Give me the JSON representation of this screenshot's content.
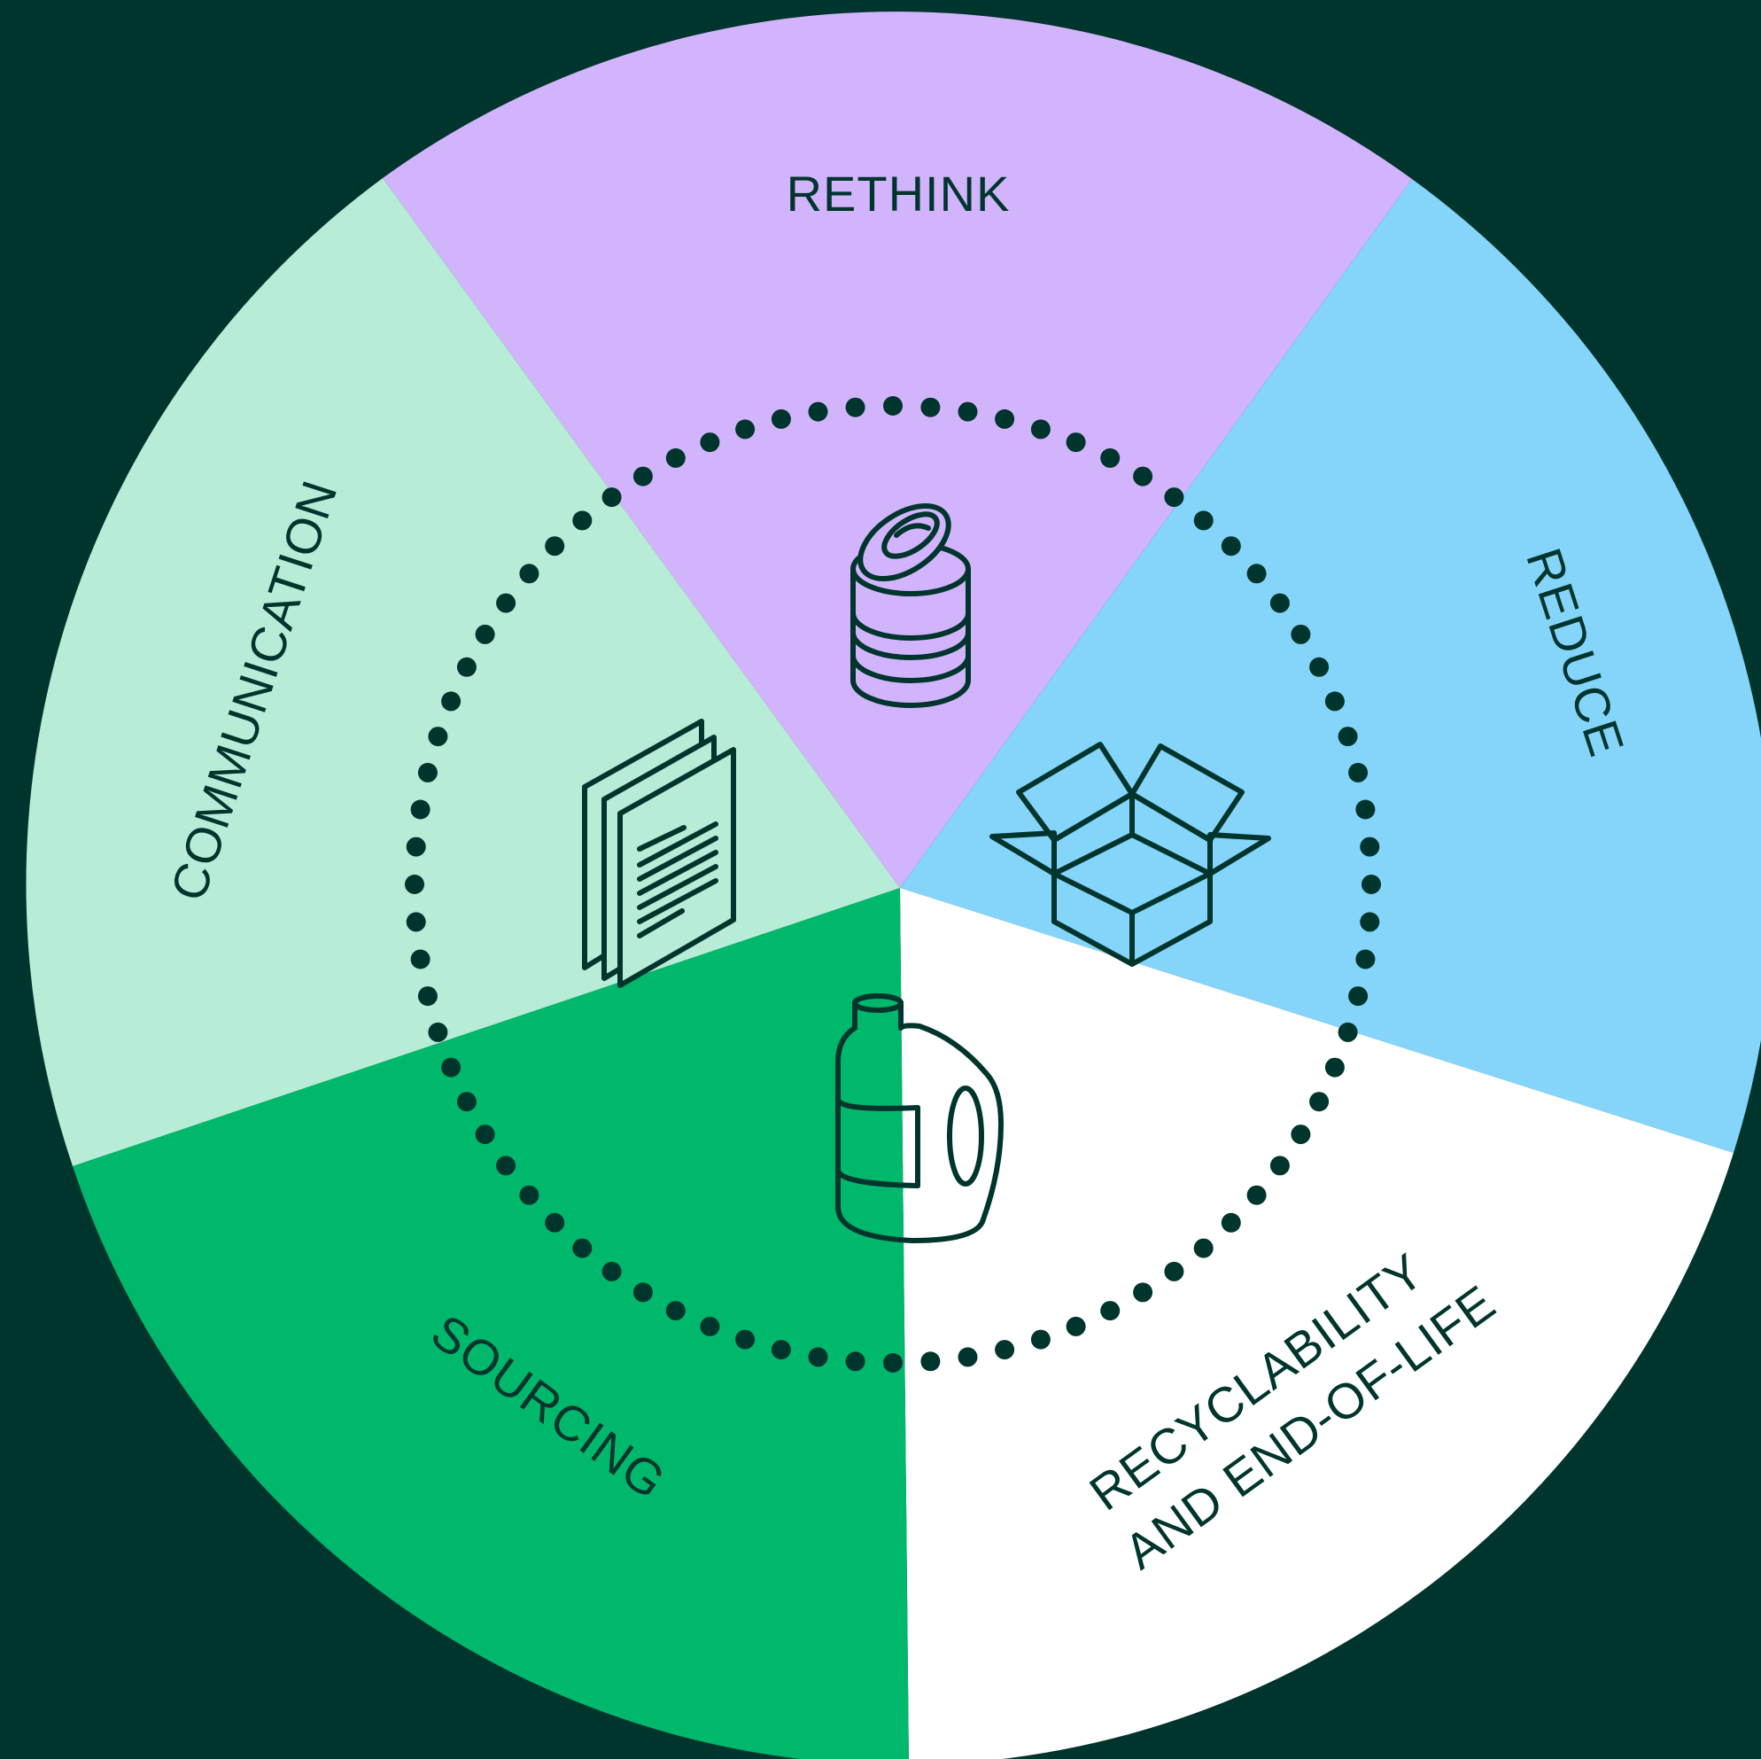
{
  "colors": {
    "background": "#00352d",
    "ink": "#00352d",
    "rethink": "#d2b4fc",
    "reduce": "#84d5f9",
    "recyclability": "#ffffff",
    "sourcing": "#00b86b",
    "communication": "#b7ecd7"
  },
  "segments": [
    {
      "id": "rethink",
      "label": "RETHINK",
      "icon": "food-can-icon"
    },
    {
      "id": "reduce",
      "label": "REDUCE",
      "icon": "open-box-icon"
    },
    {
      "id": "recyclability",
      "label_line1": "RECYCLABILITY",
      "label_line2": "AND END-OF-LIFE",
      "icon": "detergent-bottle-icon"
    },
    {
      "id": "sourcing",
      "label": "SOURCING",
      "icon": "detergent-bottle-icon"
    },
    {
      "id": "communication",
      "label": "COMMUNICATION",
      "icon": "documents-icon"
    }
  ]
}
